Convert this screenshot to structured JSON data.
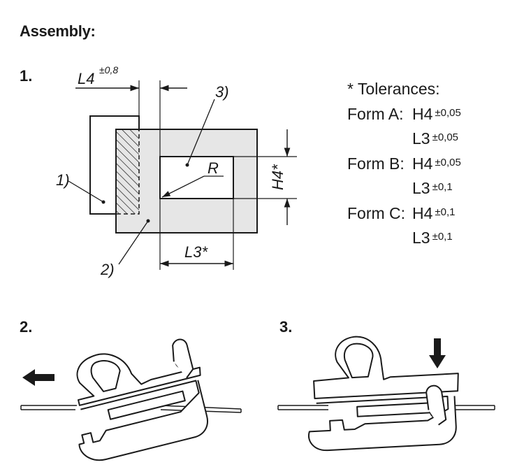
{
  "heading": "Assembly:",
  "steps": {
    "one": "1.",
    "two": "2.",
    "three": "3."
  },
  "figure1": {
    "labels": {
      "l4": "L4",
      "l4_tol": "±0,8",
      "part1": "1)",
      "part2": "2)",
      "part3": "3)",
      "radius": "R",
      "h4": "H4*",
      "l3": "L3*"
    },
    "colors": {
      "fill": "#e6e6e6",
      "stroke": "#1a1a1a"
    }
  },
  "tolerances": {
    "heading": "* Tolerances:",
    "rows": [
      {
        "form": "Form A:",
        "dim": "H4",
        "tol": "±0,05"
      },
      {
        "form": "",
        "dim": "L3",
        "tol": "±0,05"
      },
      {
        "form": "Form B:",
        "dim": "H4",
        "tol": "±0,05"
      },
      {
        "form": "",
        "dim": "L3",
        "tol": "±0,1"
      },
      {
        "form": "Form C:",
        "dim": "H4",
        "tol": "±0,1"
      },
      {
        "form": "",
        "dim": "L3",
        "tol": "±0,1"
      }
    ]
  }
}
